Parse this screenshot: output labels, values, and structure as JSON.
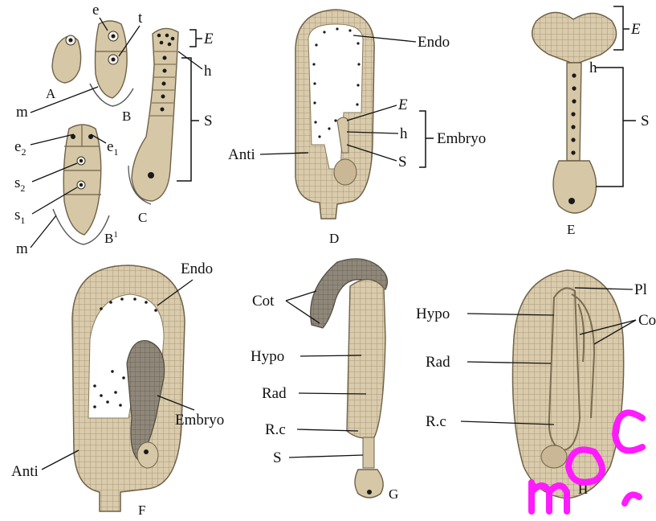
{
  "panels": {
    "A": "A",
    "B": "B",
    "B1": "B",
    "B1_sup": "1",
    "C": "C",
    "D": "D",
    "E": "E",
    "F": "F",
    "G": "G",
    "H": "H"
  },
  "labels": {
    "e": "e",
    "t": "t",
    "m": "m",
    "m2": "m",
    "e2": "e",
    "e2_sub": "2",
    "e1": "e",
    "e1_sub": "1",
    "s2": "s",
    "s2_sub": "2",
    "s1": "s",
    "s1_sub": "1",
    "c_E": "E",
    "c_h": "h",
    "c_S": "S",
    "d_endo": "Endo",
    "d_E": "E",
    "d_h": "h",
    "d_embryo": "Embryo",
    "d_anti": "Anti",
    "d_S": "S",
    "e_E": "E",
    "e_h": "h",
    "e_S": "S",
    "f_endo": "Endo",
    "f_embryo": "Embryo",
    "f_anti": "Anti",
    "g_cot": "Cot",
    "g_hypo": "Hypo",
    "g_rad": "Rad",
    "g_rc": "R.c",
    "g_S": "S",
    "h_pl": "Pl",
    "h_hypo": "Hypo",
    "h_co": "Co",
    "h_rad": "Rad",
    "h_rc": "R.c"
  },
  "colors": {
    "tissue": "#d6c7a6",
    "tissue_outline": "#6f6148",
    "nucleus": "#1a1a1a",
    "watermark": "#ff1aff"
  }
}
